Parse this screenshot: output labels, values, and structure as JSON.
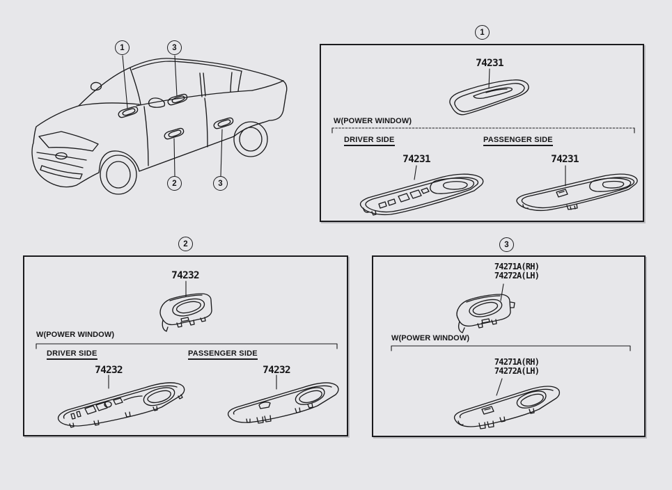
{
  "colors": {
    "background": "#e7e7ea",
    "line": "#1a1a1c"
  },
  "car_view": {
    "callouts": [
      "1",
      "3",
      "2",
      "3"
    ]
  },
  "sections": [
    {
      "badge": "1",
      "top_part": "74231",
      "power_window_note": "W(POWER WINDOW)",
      "driver_side_label": "DRIVER SIDE",
      "passenger_side_label": "PASSENGER SIDE",
      "driver_part": "74231",
      "passenger_part": "74231"
    },
    {
      "badge": "2",
      "top_part": "74232",
      "power_window_note": "W(POWER WINDOW)",
      "driver_side_label": "DRIVER SIDE",
      "passenger_side_label": "PASSENGER SIDE",
      "driver_part": "74232",
      "passenger_part": "74232"
    },
    {
      "badge": "3",
      "top_part_rh": "74271A(RH)",
      "top_part_lh": "74272A(LH)",
      "power_window_note": "W(POWER WINDOW)",
      "bottom_part_rh": "74271A(RH)",
      "bottom_part_lh": "74272A(LH)"
    }
  ]
}
